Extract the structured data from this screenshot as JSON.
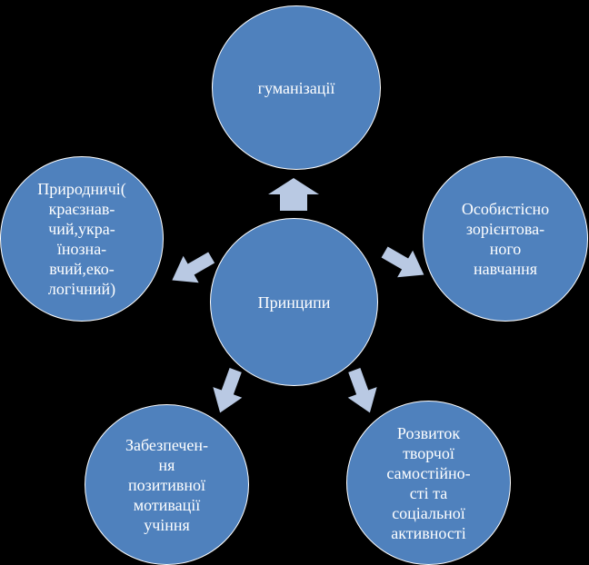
{
  "diagram": {
    "center": {
      "label": "Принципи"
    },
    "nodes": [
      {
        "id": "top",
        "label": "гуманізації"
      },
      {
        "id": "right",
        "label": "Особистісно\nзорієнтова-\nного\nнавчання"
      },
      {
        "id": "bottom-right",
        "label": "Розвиток\nтворчої\nсамостійно-\nсті та\nсоціальної\nактивності"
      },
      {
        "id": "bottom-left",
        "label": "Забезпечен-\nня\nпозитивної\nмотивації\nучіння"
      },
      {
        "id": "left",
        "label": "Природничі(\nкраєзнав-\nчий,укра-\nїнозна-\nвчий,еко-\nлогічний)"
      }
    ],
    "colors": {
      "node_fill": "#4f81bd",
      "node_border": "#ffffff",
      "arrow_fill": "#b9c9e3",
      "background": "#000000",
      "text": "#ffffff"
    }
  }
}
